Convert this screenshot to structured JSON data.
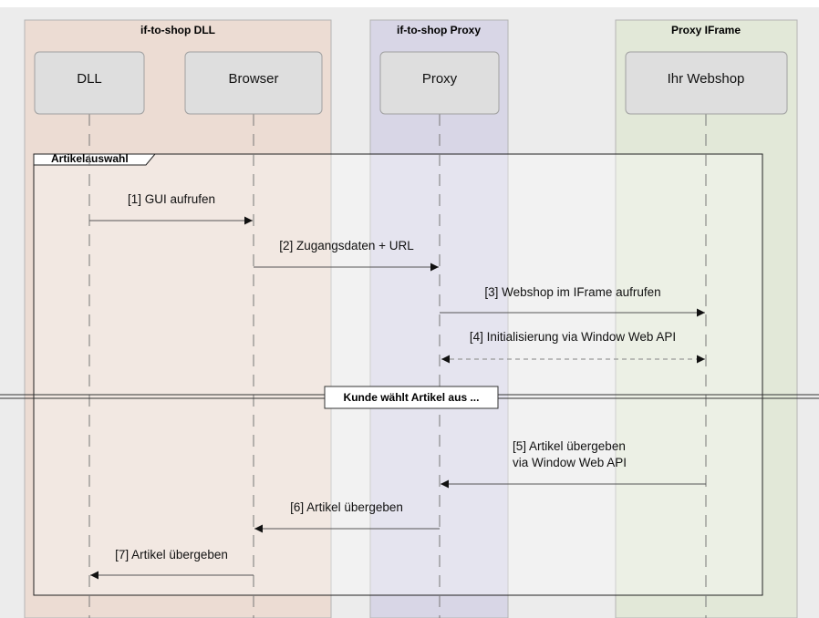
{
  "boxes": [
    {
      "label": "if-to-shop DLL",
      "fill": "#ecdcd3"
    },
    {
      "label": "if-to-shop Proxy",
      "fill": "#d8d6e6"
    },
    {
      "label": "Proxy IFrame",
      "fill": "#e2e8d8"
    }
  ],
  "participants": [
    "DLL",
    "Browser",
    "Proxy",
    "Ihr Webshop"
  ],
  "group": {
    "label": "Artikelauswahl"
  },
  "divider": {
    "label": "Kunde wählt Artikel aus ..."
  },
  "messages": [
    {
      "label": "[1] GUI aufrufen"
    },
    {
      "label": "[2] Zugangsdaten + URL"
    },
    {
      "label": "[3] Webshop im IFrame aufrufen"
    },
    {
      "label": "[4] Initialisierung via Window Web API"
    },
    {
      "label_lines": [
        "[5] Artikel übergeben",
        "via Window Web API"
      ]
    },
    {
      "label": "[6] Artikel übergeben"
    },
    {
      "label": "[7] Artikel übergeben"
    }
  ],
  "colors": {
    "background": "#ececec",
    "participant_fill": "#dedede",
    "participant_stroke": "#a0a0a0",
    "box_stroke": "#b5b5b5",
    "lifeline": "#777777",
    "arrow": "#555555",
    "dashed_arrow": "#999999"
  }
}
